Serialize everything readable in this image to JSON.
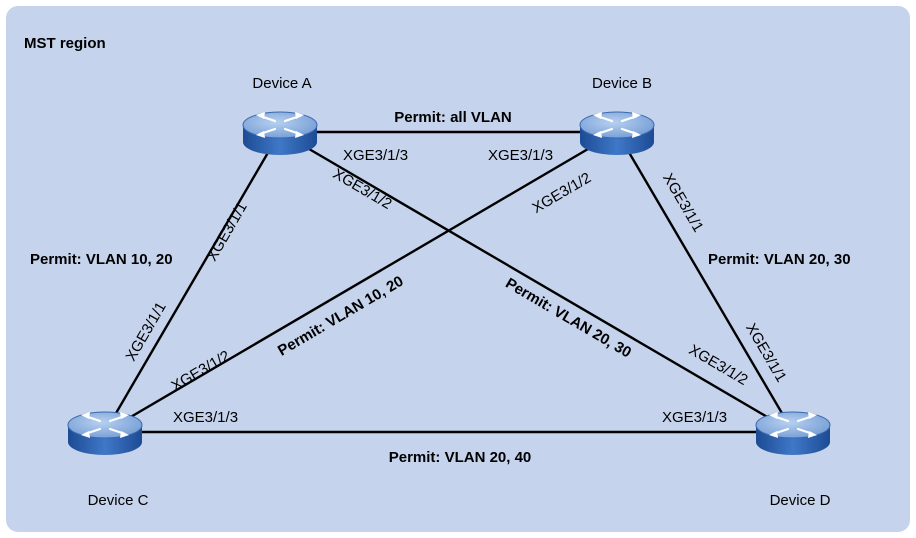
{
  "region": {
    "title": "MST region",
    "background": "#c5d3ec"
  },
  "devices": {
    "a": {
      "name": "Device A"
    },
    "b": {
      "name": "Device B"
    },
    "c": {
      "name": "Device C"
    },
    "d": {
      "name": "Device D"
    }
  },
  "links": {
    "ab": {
      "permit": "Permit: all VLAN",
      "port_a": "XGE3/1/3",
      "port_b": "XGE3/1/3"
    },
    "ac": {
      "permit": "Permit: VLAN 10, 20",
      "port_a": "XGE3/1/1",
      "port_c": "XGE3/1/1"
    },
    "ad": {
      "permit": "Permit: VLAN 20, 30",
      "port_a": "XGE3/1/2",
      "port_d": "XGE3/1/2"
    },
    "bc": {
      "permit": "Permit: VLAN 10, 20",
      "port_b": "XGE3/1/2",
      "port_c": "XGE3/1/2"
    },
    "bd": {
      "permit": "Permit: VLAN 20, 30",
      "port_b": "XGE3/1/1",
      "port_d": "XGE3/1/1"
    },
    "cd": {
      "permit": "Permit: VLAN 20,  40",
      "port_c": "XGE3/1/3",
      "port_d": "XGE3/1/3"
    }
  },
  "icon": {
    "name": "switch-icon",
    "top_color": "#7fa7dc",
    "side_color": "#2f62b0"
  }
}
